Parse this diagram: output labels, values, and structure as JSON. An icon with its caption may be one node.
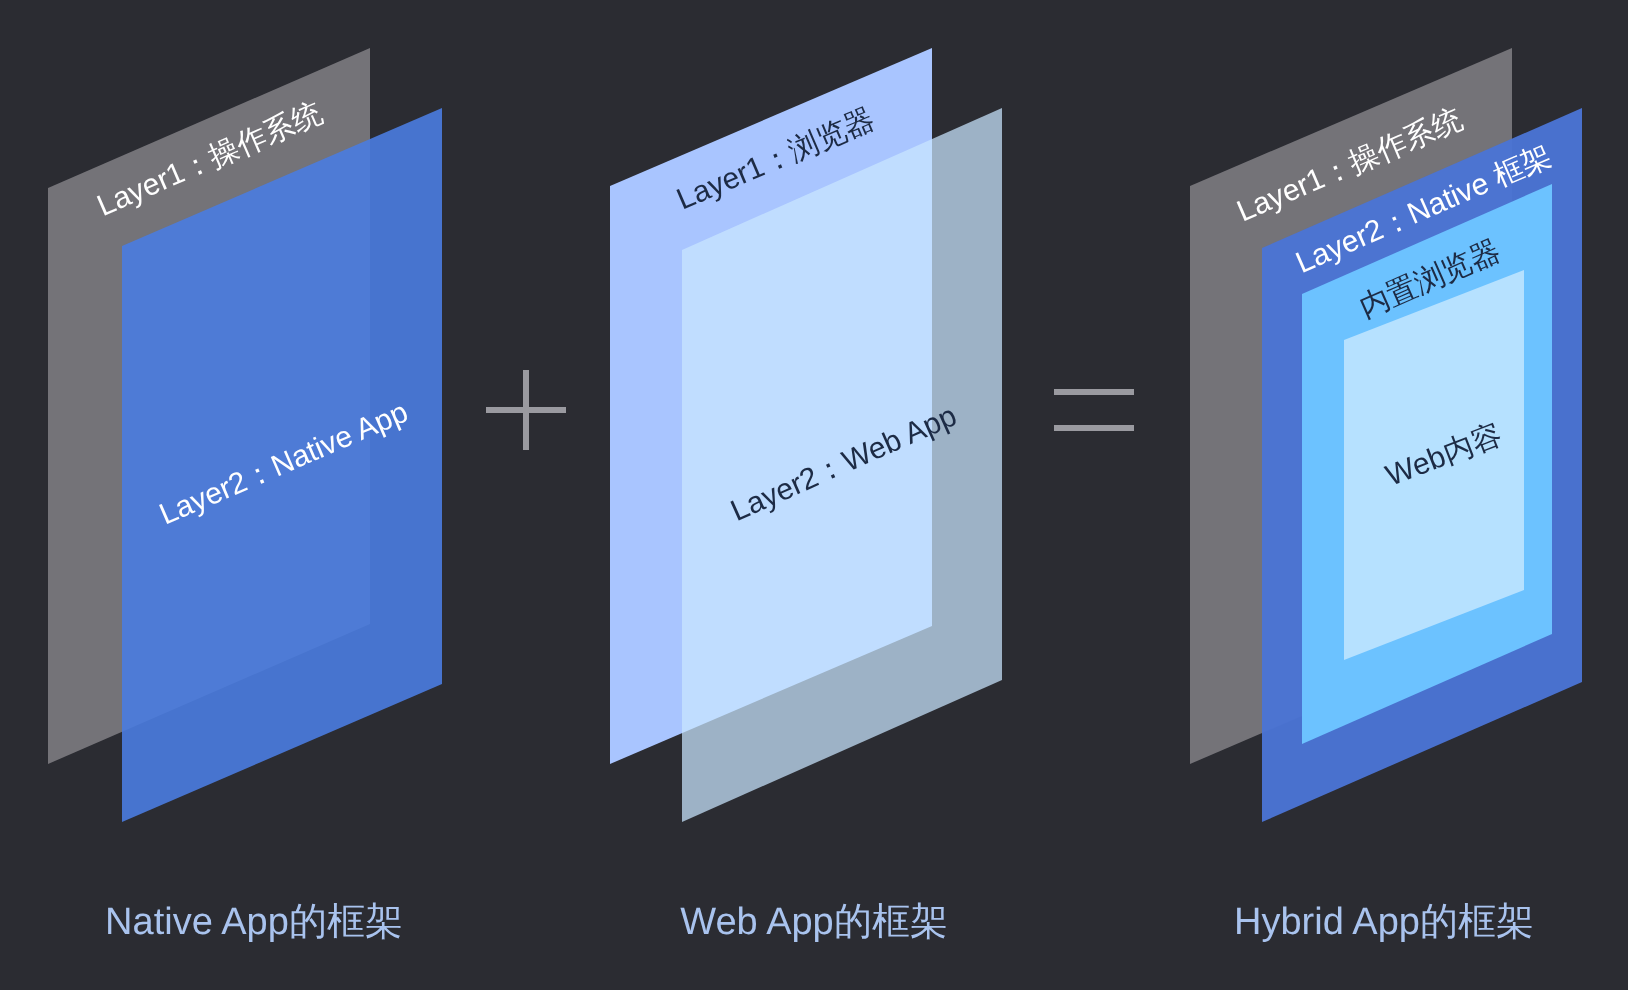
{
  "diagram": {
    "nodes": [
      {
        "text": [
          "Layer1：操作系统"
        ]
      },
      {
        "text": [
          "Layer2：Native App"
        ]
      },
      {
        "text": [
          "Layer1：浏览器"
        ]
      },
      {
        "text": [
          "Layer2：Web App"
        ]
      },
      {
        "text": [
          "Layer1：操作系统"
        ]
      },
      {
        "text": [
          "Layer2：Native 框架"
        ]
      },
      {
        "text": [
          "内置浏览器"
        ],
        "in": 5
      },
      {
        "text": [
          "Web内容"
        ],
        "in": 6
      }
    ],
    "labels": [
      "Native App的框架",
      "Web App的框架",
      "Hybrid App的框架"
    ]
  }
}
